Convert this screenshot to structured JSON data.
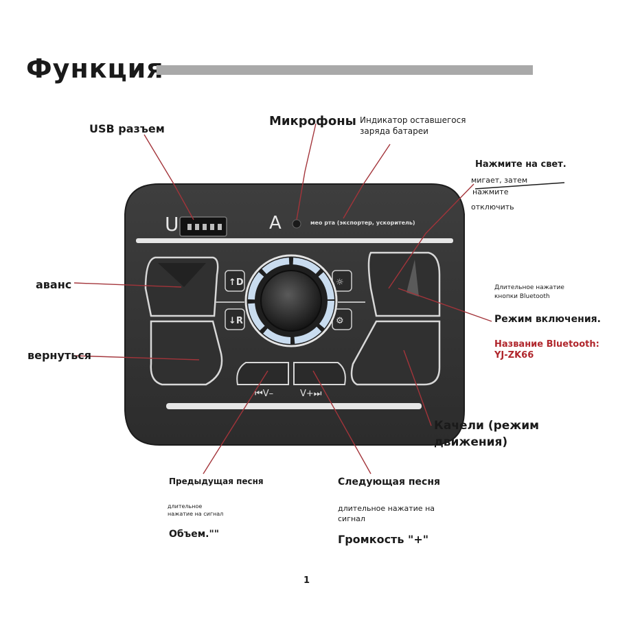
{
  "title": "Функция",
  "device": {
    "letter_u": "U",
    "letter_a": "A",
    "status_text": "мео рта (экспортер, ускоритель)",
    "btn_vol_down": "⏮V–",
    "btn_vol_up": "V+⏭"
  },
  "labels": {
    "usb": "USB разъем",
    "mic": "Микрофоны",
    "battery_1": "Индикатор оставшегося",
    "battery_2": "заряда батареи",
    "light_1": "Нажмите на свет.",
    "light_2": "мигает, затем",
    "light_3": "нажмите",
    "light_4": "отключить",
    "advance": "аванс",
    "back": "вернуться",
    "bt_long_1": "Длительное нажатие",
    "bt_long_2": "кнопки Bluetooth",
    "power_mode": "Режим включения.",
    "bt_name_1": "Название Bluetooth:",
    "bt_name_2": "YJ-ZK66",
    "swing_1": "Качели (режим",
    "swing_2": "движения)",
    "prev_1": "Предыдущая песня",
    "prev_2": "длительное",
    "prev_3": "нажатие на сигнал",
    "prev_4": "Объем.\"\"",
    "next_1": "Следующая песня",
    "next_2": "длительное нажатие на",
    "next_3": "сигнал",
    "next_4": "Громкость \"+\""
  },
  "page_number": "1",
  "colors": {
    "device": "#3a3a3a",
    "leader": "#a3343a",
    "bar": "#a9a9a9",
    "bt_name": "#b0262c"
  }
}
